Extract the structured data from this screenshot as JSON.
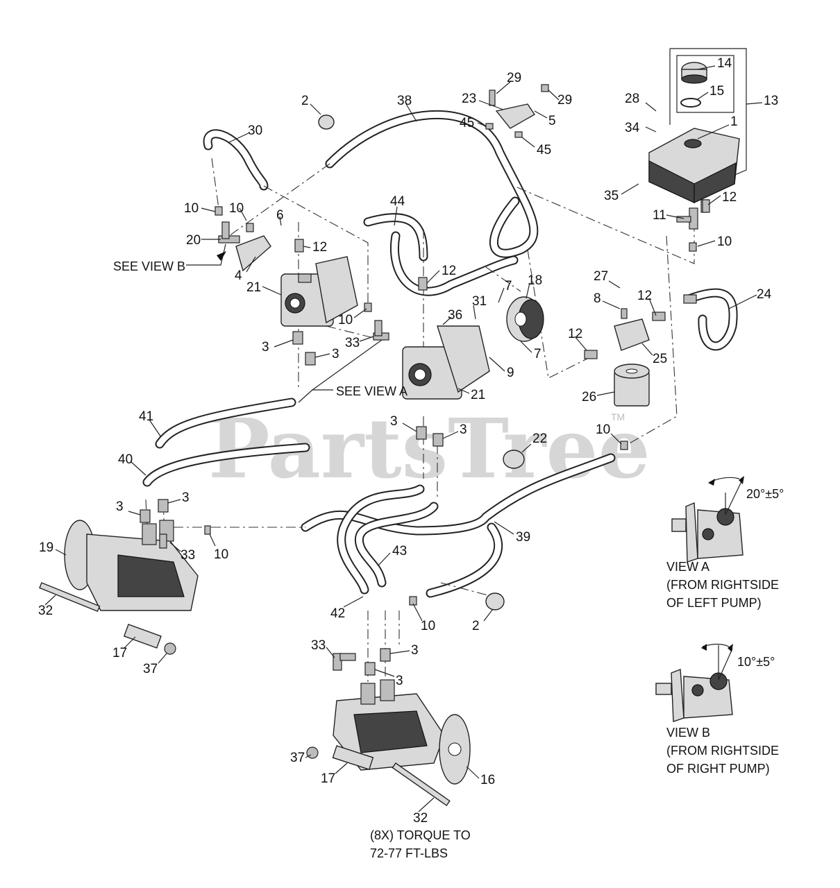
{
  "watermark": {
    "text": "PartsTree",
    "tm": "TM"
  },
  "callouts": [
    {
      "id": "c14",
      "label": "14"
    },
    {
      "id": "c15",
      "label": "15"
    },
    {
      "id": "c13",
      "label": "13"
    },
    {
      "id": "c1",
      "label": "1"
    },
    {
      "id": "c28",
      "label": "28"
    },
    {
      "id": "c34",
      "label": "34"
    },
    {
      "id": "c35",
      "label": "35"
    },
    {
      "id": "c11",
      "label": "11"
    },
    {
      "id": "c12a",
      "label": "12"
    },
    {
      "id": "c10a",
      "label": "10"
    },
    {
      "id": "c29a",
      "label": "29"
    },
    {
      "id": "c29b",
      "label": "29"
    },
    {
      "id": "c23",
      "label": "23"
    },
    {
      "id": "c5",
      "label": "5"
    },
    {
      "id": "c45a",
      "label": "45"
    },
    {
      "id": "c45b",
      "label": "45"
    },
    {
      "id": "c38",
      "label": "38"
    },
    {
      "id": "c2a",
      "label": "2"
    },
    {
      "id": "c30",
      "label": "30"
    },
    {
      "id": "c10b",
      "label": "10"
    },
    {
      "id": "c10c",
      "label": "10"
    },
    {
      "id": "c6",
      "label": "6"
    },
    {
      "id": "c20",
      "label": "20"
    },
    {
      "id": "c4",
      "label": "4"
    },
    {
      "id": "c12b",
      "label": "12"
    },
    {
      "id": "c21a",
      "label": "21"
    },
    {
      "id": "c44",
      "label": "44"
    },
    {
      "id": "c12c",
      "label": "12"
    },
    {
      "id": "c10d",
      "label": "10"
    },
    {
      "id": "c33a",
      "label": "33"
    },
    {
      "id": "c3a",
      "label": "3"
    },
    {
      "id": "c3b",
      "label": "3"
    },
    {
      "id": "c31",
      "label": "31"
    },
    {
      "id": "c36",
      "label": "36"
    },
    {
      "id": "c7a",
      "label": "7"
    },
    {
      "id": "c18",
      "label": "18"
    },
    {
      "id": "c7b",
      "label": "7"
    },
    {
      "id": "c9",
      "label": "9"
    },
    {
      "id": "c21b",
      "label": "21"
    },
    {
      "id": "c27",
      "label": "27"
    },
    {
      "id": "c8",
      "label": "8"
    },
    {
      "id": "c12d",
      "label": "12"
    },
    {
      "id": "c24",
      "label": "24"
    },
    {
      "id": "c12e",
      "label": "12"
    },
    {
      "id": "c25",
      "label": "25"
    },
    {
      "id": "c26",
      "label": "26"
    },
    {
      "id": "c41",
      "label": "41"
    },
    {
      "id": "c40",
      "label": "40"
    },
    {
      "id": "c3c",
      "label": "3"
    },
    {
      "id": "c3d",
      "label": "3"
    },
    {
      "id": "c3e",
      "label": "3"
    },
    {
      "id": "c3f",
      "label": "3"
    },
    {
      "id": "c22",
      "label": "22"
    },
    {
      "id": "c10e",
      "label": "10"
    },
    {
      "id": "c19",
      "label": "19"
    },
    {
      "id": "c33b",
      "label": "33"
    },
    {
      "id": "c10f",
      "label": "10"
    },
    {
      "id": "c39",
      "label": "39"
    },
    {
      "id": "c43",
      "label": "43"
    },
    {
      "id": "c32a",
      "label": "32"
    },
    {
      "id": "c17a",
      "label": "17"
    },
    {
      "id": "c37a",
      "label": "37"
    },
    {
      "id": "c42",
      "label": "42"
    },
    {
      "id": "c10g",
      "label": "10"
    },
    {
      "id": "c2b",
      "label": "2"
    },
    {
      "id": "c33c",
      "label": "33"
    },
    {
      "id": "c3g",
      "label": "3"
    },
    {
      "id": "c3h",
      "label": "3"
    },
    {
      "id": "c37b",
      "label": "37"
    },
    {
      "id": "c17b",
      "label": "17"
    },
    {
      "id": "c16",
      "label": "16"
    },
    {
      "id": "c32b",
      "label": "32"
    }
  ],
  "notes": {
    "see_view_b": "SEE VIEW B",
    "see_view_a": "SEE VIEW A",
    "view_a_title": "VIEW A",
    "view_a_line1": "(FROM RIGHTSIDE",
    "view_a_line2": "OF LEFT PUMP)",
    "view_a_angle": "20°±5°",
    "view_b_title": "VIEW B",
    "view_b_line1": "(FROM RIGHTSIDE",
    "view_b_line2": "OF RIGHT PUMP)",
    "view_b_angle": "10°±5°",
    "torque_line1": "(8X) TORQUE TO",
    "torque_line2": "72-77 FT-LBS"
  }
}
